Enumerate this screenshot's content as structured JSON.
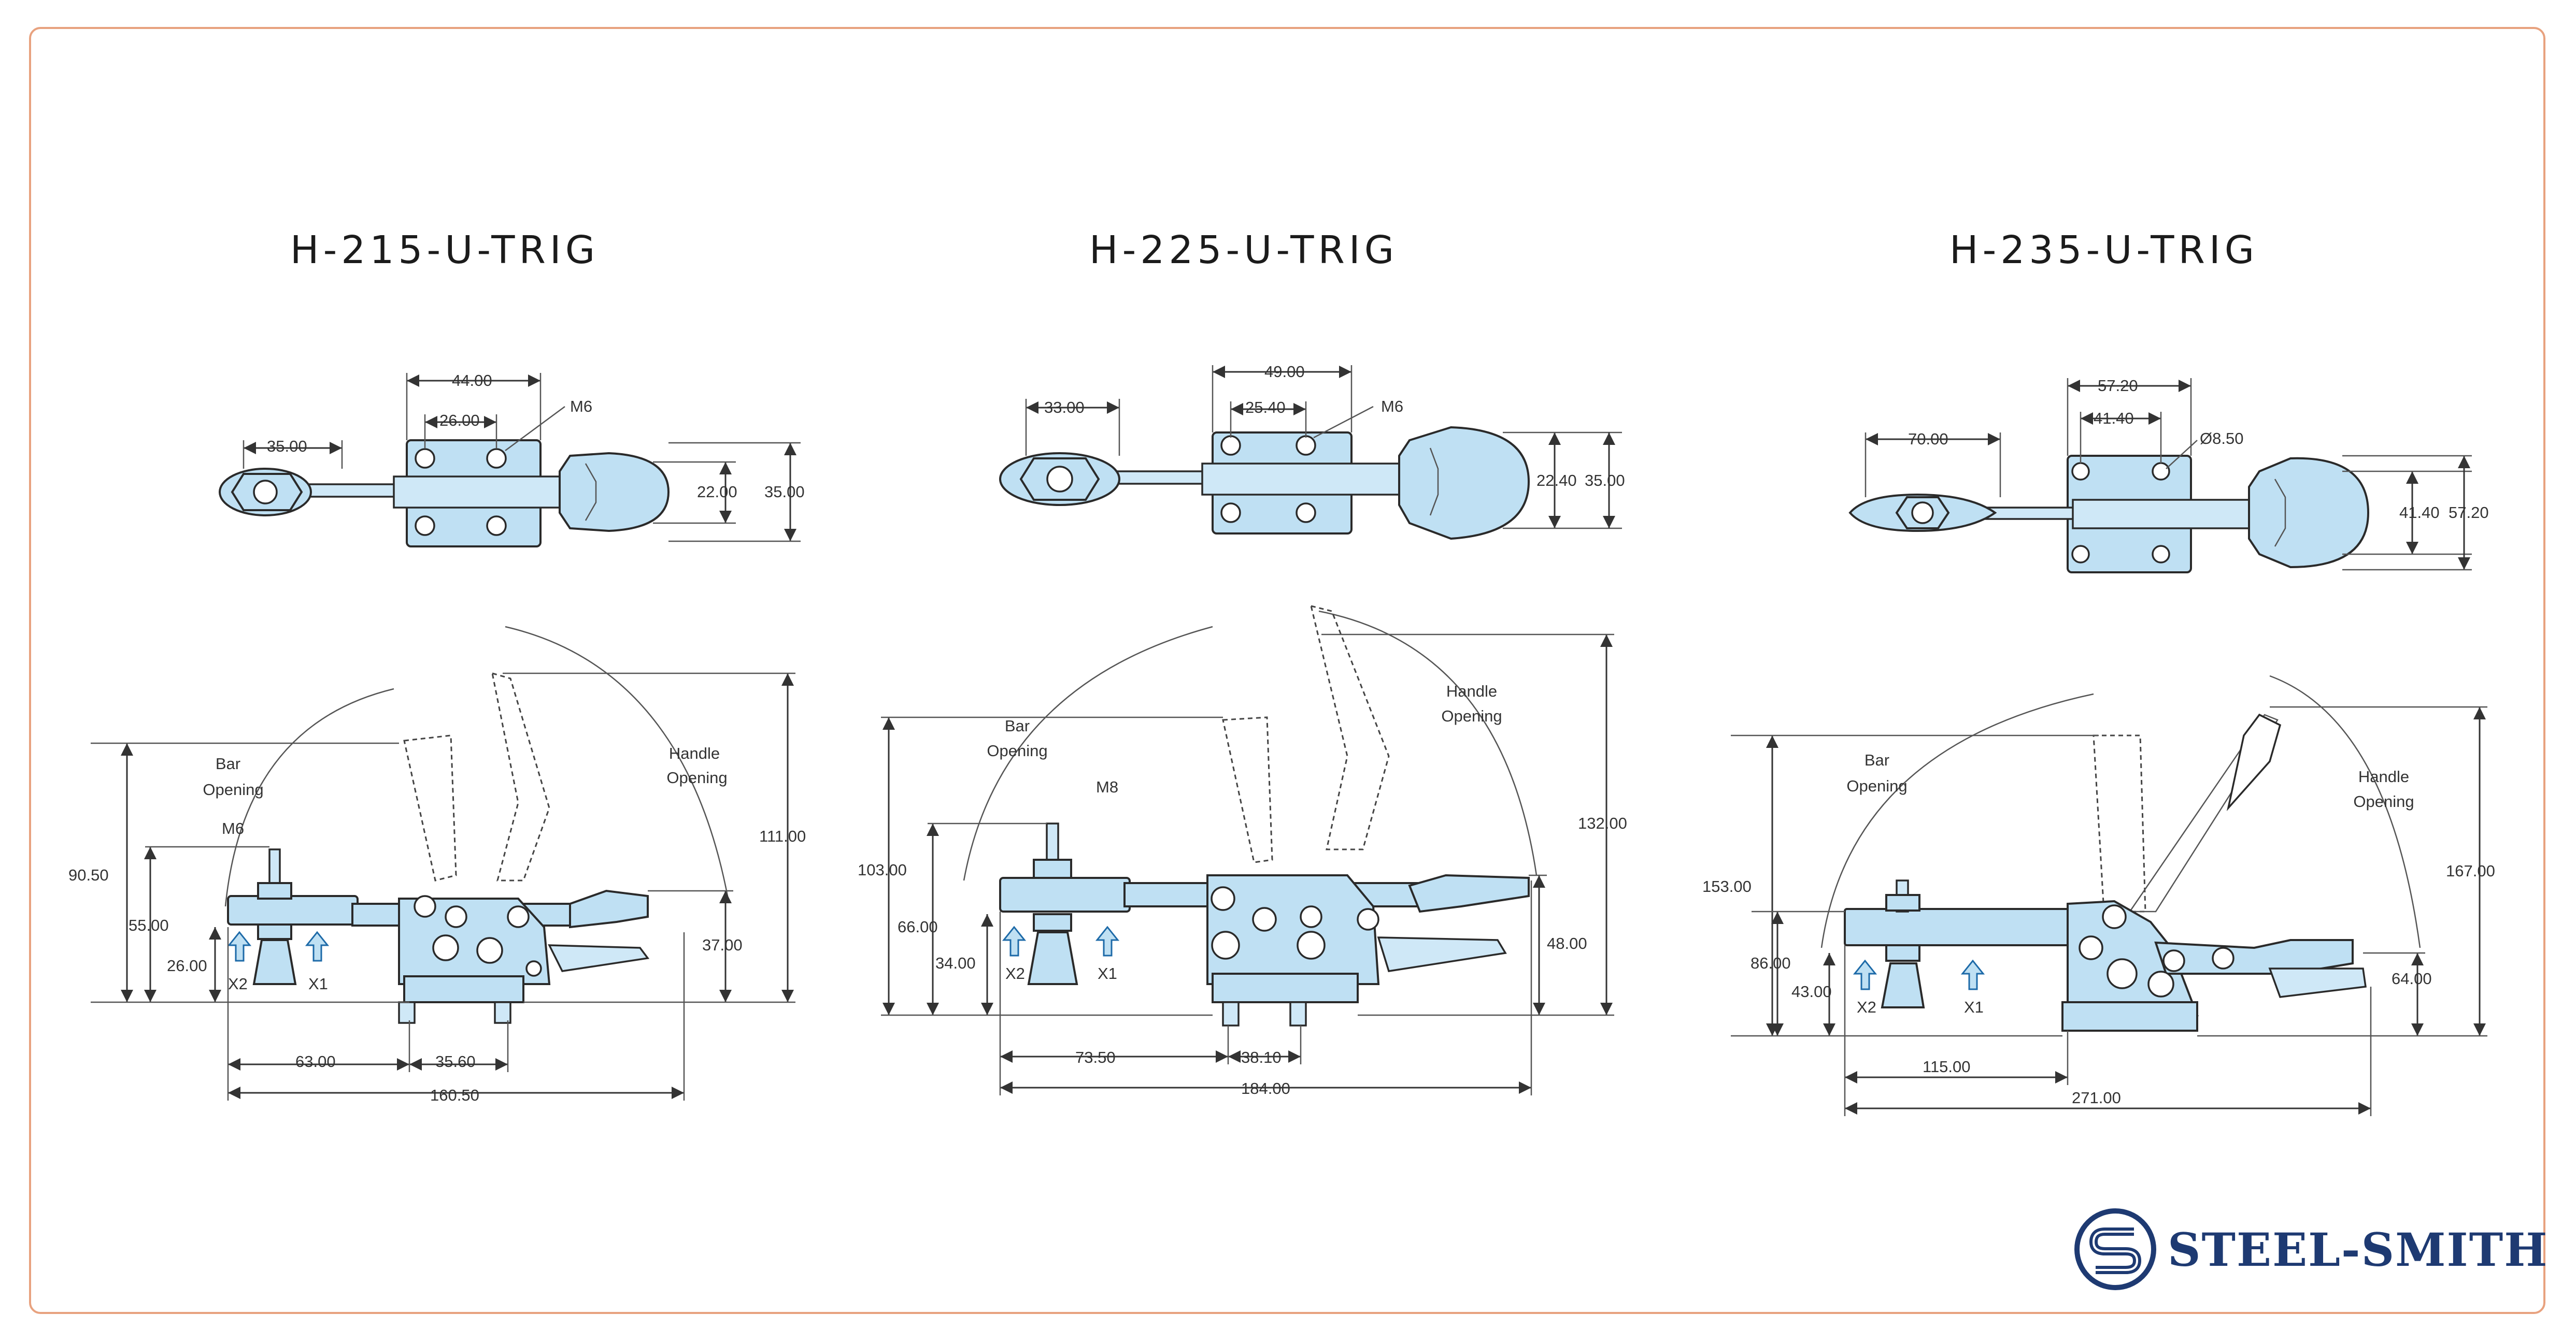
{
  "models": [
    {
      "title": "H-215-U-TRIG",
      "top_dims": {
        "overall": "44.00",
        "bolt_spacing": "26.00",
        "screw": "M6",
        "bar": "35.00",
        "height_inner": "22.00",
        "height_outer": "35.00"
      },
      "side_dims": {
        "h1": "90.50",
        "h2": "55.00",
        "h3": "26.00",
        "thread": "M6",
        "handle_h": "111.00",
        "base_h": "37.00",
        "base_len": "63.00",
        "bolt": "35.60",
        "total": "160.50"
      },
      "labels": {
        "bar": "Bar",
        "bar2": "Opening",
        "handle": "Handle",
        "handle2": "Opening",
        "x1": "X1",
        "x2": "X2"
      }
    },
    {
      "title": "H-225-U-TRIG",
      "top_dims": {
        "overall": "49.00",
        "bolt_spacing": "25.40",
        "screw": "M6",
        "bar": "33.00",
        "height_inner": "22.40",
        "height_outer": "35.00"
      },
      "side_dims": {
        "h1": "103.00",
        "h2": "66.00",
        "h3": "34.00",
        "thread": "M8",
        "handle_h": "132.00",
        "base_h": "48.00",
        "base_len": "73.50",
        "bolt": "38.10",
        "total": "184.00"
      },
      "labels": {
        "bar": "Bar",
        "bar2": "Opening",
        "handle": "Handle",
        "handle2": "Opening",
        "x1": "X1",
        "x2": "X2"
      }
    },
    {
      "title": "H-235-U-TRIG",
      "top_dims": {
        "overall": "57.20",
        "bolt_spacing": "41.40",
        "screw": "Ø8.50",
        "bar": "70.00",
        "height_inner": "41.40",
        "height_outer": "57.20"
      },
      "side_dims": {
        "h1": "153.00",
        "h2": "86.00",
        "h3": "43.00",
        "handle_h": "167.00",
        "base_h": "64.00",
        "base_len": "115.00",
        "total": "271.00"
      },
      "labels": {
        "bar": "Bar",
        "bar2": "Opening",
        "handle": "Handle",
        "handle2": "Opening",
        "x1": "X1",
        "x2": "X2"
      }
    }
  ],
  "brand": {
    "name": "STEEL-SMITH",
    "color": "#1e3a72",
    "icon": "steel-smith-logo-icon"
  },
  "colors": {
    "part_fill": "#bfe0f3",
    "frame": "#e8a27f"
  }
}
